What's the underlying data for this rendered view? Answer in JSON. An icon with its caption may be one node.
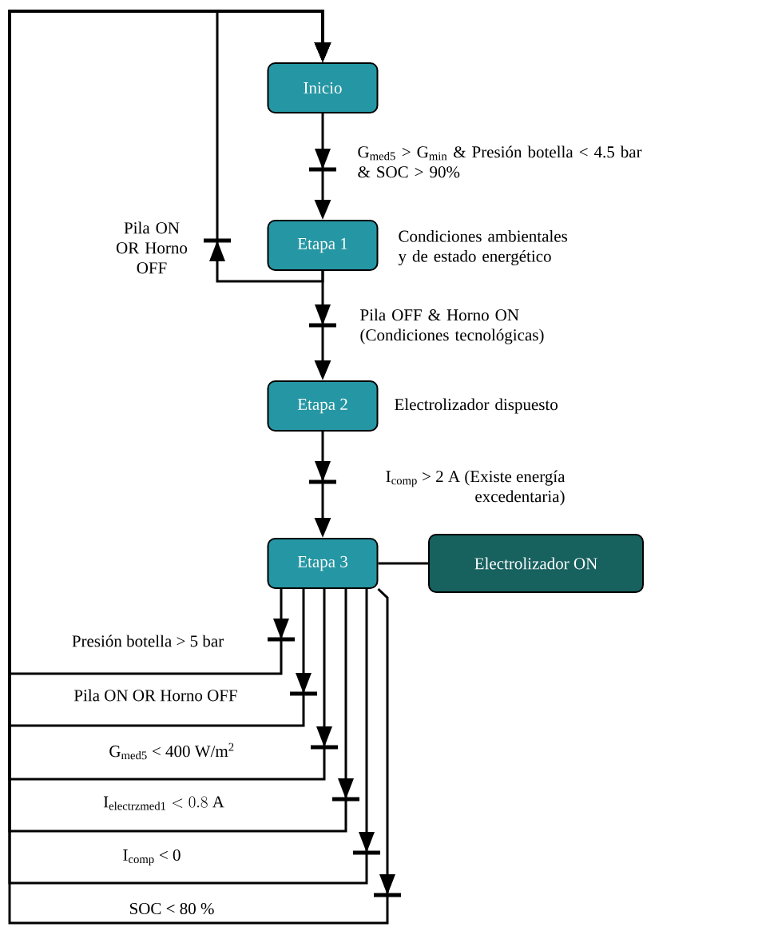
{
  "diagram": {
    "nodes": [
      {
        "text": [
          "Inicio"
        ]
      },
      {
        "text": [
          "Etapa 1"
        ],
        "beside": [
          "Condiciones ambientales y de estado energético"
        ]
      },
      {
        "text": [
          "Etapa 2"
        ],
        "beside": [
          "Electrolizador dispuesto"
        ]
      },
      {
        "text": [
          "Etapa 3"
        ]
      },
      {
        "text": [
          "Electrolizador ON"
        ]
      }
    ],
    "edges": [
      {
        "from": 0,
        "to": 1,
        "arrow": "to",
        "label": "G$_{med5}$ > G$_{min}$ & Presión botella < 4.5 bar & SOC > 90%"
      },
      {
        "from": 1,
        "to": 2,
        "arrow": "to",
        "label": "Pila OFF & Horno ON (Condiciones tecnológicas)"
      },
      {
        "from": 2,
        "to": 3,
        "arrow": "to",
        "label": "I$_{comp}$ > 2 A (Existe energía excedentaria)"
      },
      {
        "from": 3,
        "to": 4,
        "arrow": "none"
      },
      {
        "from": 1,
        "to": 0,
        "arrow": "to",
        "label": "Pila ON OR Horno OFF"
      },
      {
        "from": 3,
        "to": 0,
        "arrow": "to",
        "label": "Presión botella > 5 bar"
      },
      {
        "from": 3,
        "to": 0,
        "arrow": "to",
        "label": "Pila ON OR Horno OFF"
      },
      {
        "from": 3,
        "to": 0,
        "arrow": "to",
        "label": "G$_{med5}$ < 400 W/m$^{2}$"
      },
      {
        "from": 3,
        "to": 0,
        "arrow": "to",
        "label": "\\mathrm{I}_{\\mathrm{electrzmed1}} < 0.8\\ \\mathrm{A}"
      },
      {
        "from": 3,
        "to": 0,
        "arrow": "to",
        "label": "I$_{comp}$ < 0"
      },
      {
        "from": 3,
        "to": 0,
        "arrow": "to",
        "label": "SOC < 80 %"
      }
    ]
  }
}
